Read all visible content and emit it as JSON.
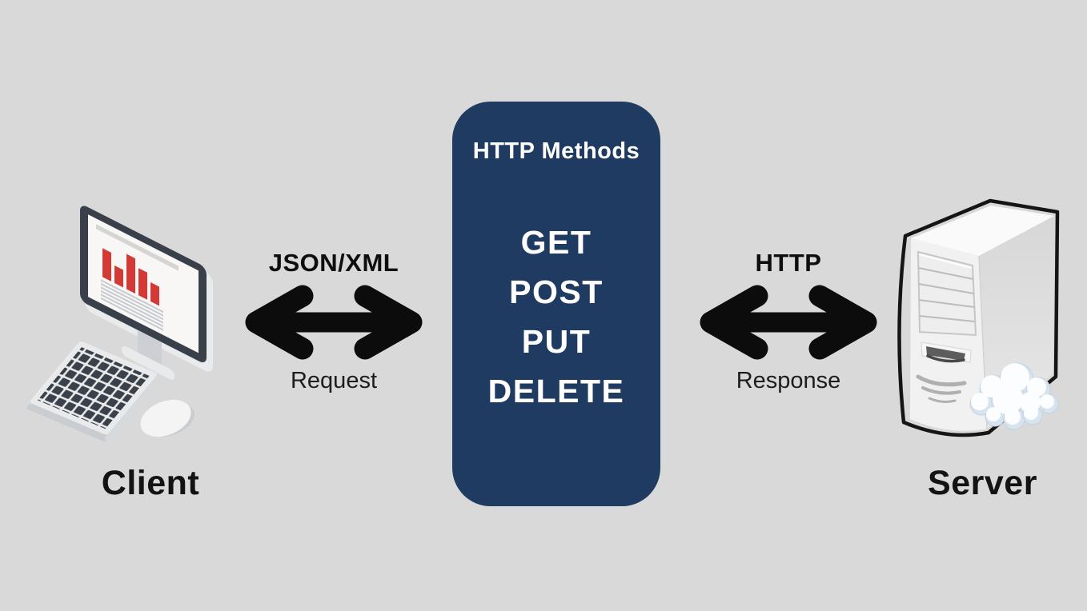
{
  "diagram": {
    "client": {
      "label": "Client",
      "icon": "desktop-computer-icon"
    },
    "server": {
      "label": "Server",
      "icon": "server-tower-icon"
    },
    "panel": {
      "title": "HTTP Methods",
      "methods": [
        "GET",
        "POST",
        "PUT",
        "DELETE"
      ]
    },
    "left_flow": {
      "top_label": "JSON/XML",
      "bottom_label": "Request",
      "arrow": "double-headed-horizontal-arrow"
    },
    "right_flow": {
      "top_label": "HTTP",
      "bottom_label": "Response",
      "arrow": "double-headed-horizontal-arrow"
    },
    "colors": {
      "background_gray": "#d9d9d9",
      "panel_navy": "#1f3b61",
      "chart_red": "#d33a35",
      "arrow_black": "#0c0c0c",
      "label_text": "#141414"
    }
  }
}
